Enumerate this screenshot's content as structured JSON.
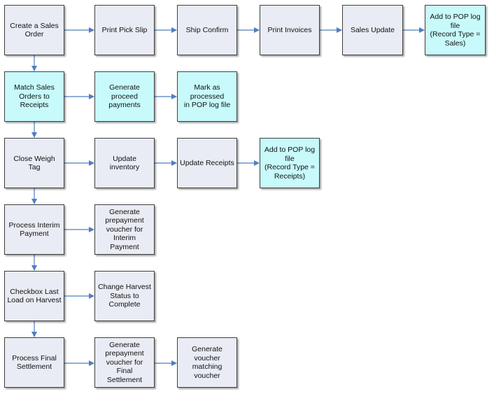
{
  "colors": {
    "box_fill": "#e9ecf4",
    "highlight_fill": "#c8fafb",
    "border": "#3f3f3f",
    "arrow": "#4f7fbf"
  },
  "nodes": {
    "create_sales_order": "Create a Sales\nOrder",
    "print_pick_slip": "Print Pick Slip",
    "ship_confirm": "Ship Confirm",
    "print_invoices": "Print Invoices",
    "sales_update": "Sales Update",
    "add_pop_sales": "Add to POP log file\n(Record Type =\nSales)",
    "match_sales_orders": "Match Sales\nOrders to Receipts",
    "generate_proceed_payments": "Generate proceed\npayments",
    "mark_processed": "Mark as processed\nin POP log file",
    "close_weigh_tag": "Close Weigh Tag",
    "update_inventory": "Update inventory",
    "update_receipts": "Update Receipts",
    "add_pop_receipts": "Add to POP log file\n(Record Type =\nReceipts)",
    "process_interim_payment": "Process Interim\nPayment",
    "generate_prepayment_interim": "Generate\nprepayment\nvoucher for Interim\nPayment",
    "checkbox_last_load": "Checkbox Last\nLoad on Harvest",
    "change_harvest_status": "Change Harvest\nStatus to\nComplete",
    "process_final_settlement": "Process Final\nSettlement",
    "generate_prepayment_final": "Generate\nprepayment\nvoucher for Final\nSettlement",
    "generate_voucher_matching": "Generate voucher\nmatching voucher"
  }
}
